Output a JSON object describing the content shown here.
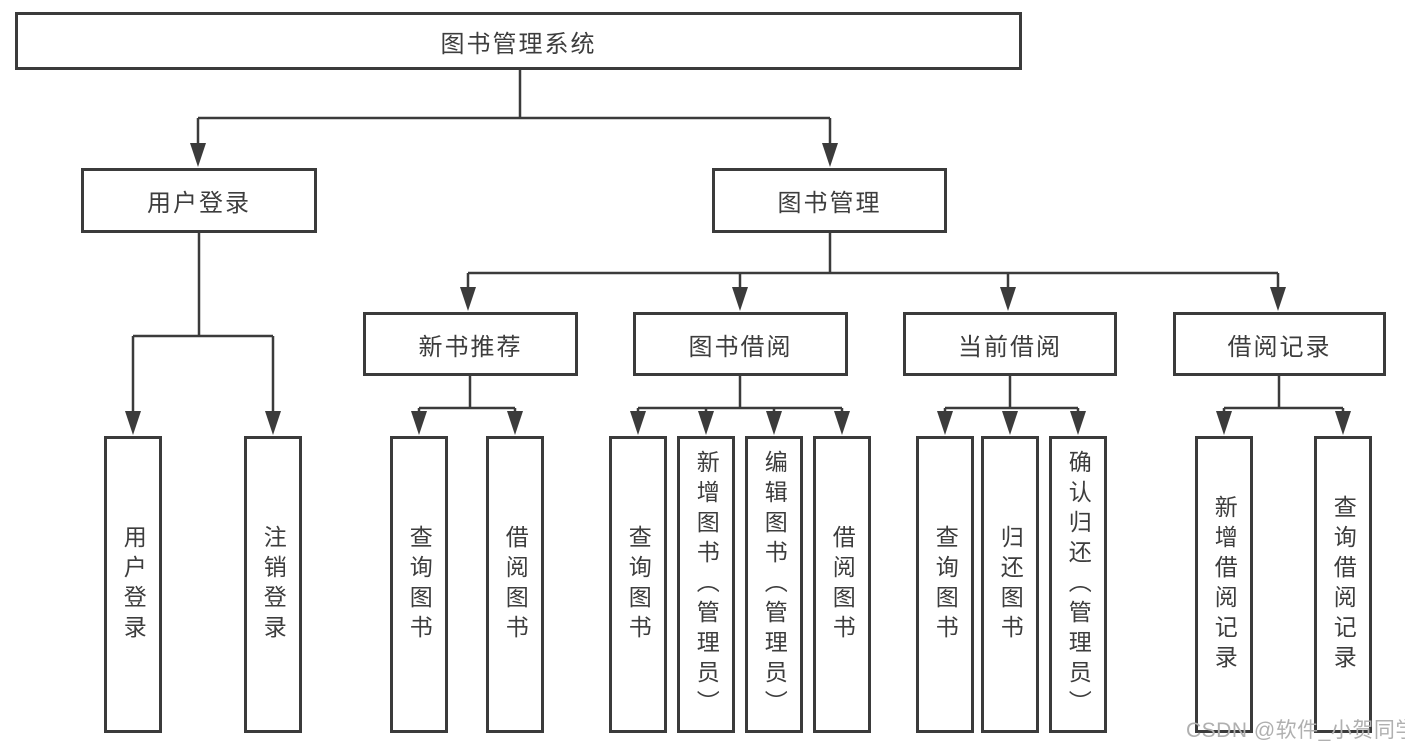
{
  "diagram": {
    "nodes": {
      "root": "图书管理系统",
      "user_login": "用户登录",
      "book_mgmt": "图书管理",
      "new_book_rec": "新书推荐",
      "book_borrow": "图书借阅",
      "current_borrow": "当前借阅",
      "borrow_record": "借阅记录",
      "leaf_user_login": "用户登录",
      "leaf_logout": "注销登录",
      "leaf_rec_query": "查询图书",
      "leaf_rec_borrow": "借阅图书",
      "leaf_bb_query": "查询图书",
      "leaf_bb_add": "新增图书（管理员）",
      "leaf_bb_edit": "编辑图书（管理员）",
      "leaf_bb_borrow": "借阅图书",
      "leaf_cb_query": "查询图书",
      "leaf_cb_return": "归还图书",
      "leaf_cb_confirm": "确认归还（管理员）",
      "leaf_br_add": "新增借阅记录",
      "leaf_br_query": "查询借阅记录"
    },
    "watermark": "CSDN @软件_小贺同学",
    "colors": {
      "line": "#3b3b3b",
      "text": "#3d3d3d",
      "watermark": "#b0b0b0",
      "background": "#ffffff"
    }
  }
}
